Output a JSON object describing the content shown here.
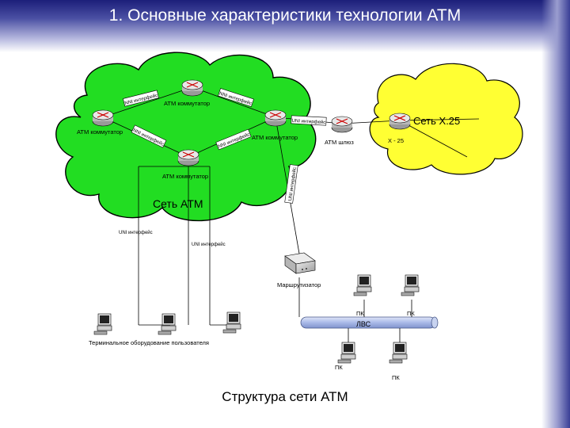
{
  "title": "1. Основные характеристики технологии ATM",
  "caption": "Структура сети ATM",
  "clouds": {
    "atm": {
      "label": "Сеть ATM",
      "color": "#22dd22"
    },
    "x25": {
      "label": "Сеть X.25",
      "sublabel": "X - 25",
      "color": "#ffff33"
    }
  },
  "devices": {
    "atm_switch_top": "АТМ коммутатор",
    "atm_switch_left": "АТМ коммутатор",
    "atm_switch_center": "АТМ коммутатор",
    "atm_switch_bottom": "АТМ коммутатор",
    "atm_gateway": "АТМ шлюз",
    "router": "Маршрутизатор",
    "terminal_equipment": "Терминальное оборудование пользователя",
    "lan": "ЛВС",
    "pc1": "ПК",
    "pc2": "ПК",
    "pc3": "ПК",
    "pc4": "ПК"
  },
  "links": {
    "uni": "UNI интерфейс",
    "nni": "NNI интерфейс"
  },
  "colors": {
    "title_band": "#1c1f7a",
    "lan_bus": "#a9b9e8"
  }
}
